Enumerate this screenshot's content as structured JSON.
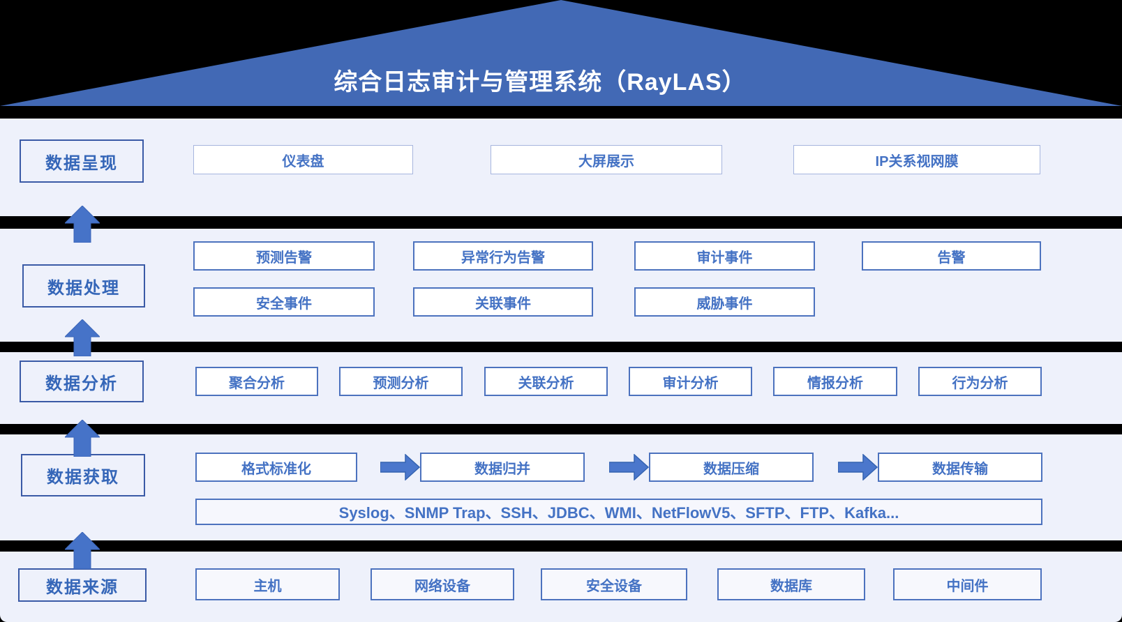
{
  "title": "综合日志审计与管理系统（RayLAS）",
  "colors": {
    "roof_blue": "#4269B5",
    "section_bg": "#EEF1FB",
    "box_border": "#4C72BE",
    "box_border_light": "#A6B5DE",
    "box_text": "#4472C4",
    "label_border": "#3A5AA6",
    "label_text": "#3566B8",
    "arrow_fill": "#4673C8",
    "gap_band": "#000000"
  },
  "presentation": {
    "label": "数据呈现",
    "items": [
      "仪表盘",
      "大屏展示",
      "IP关系视网膜"
    ]
  },
  "processing": {
    "label": "数据处理",
    "row1": [
      "预测告警",
      "异常行为告警",
      "审计事件",
      "告警"
    ],
    "row2": [
      "安全事件",
      "关联事件",
      "威胁事件"
    ]
  },
  "analysis": {
    "label": "数据分析",
    "items": [
      "聚合分析",
      "预测分析",
      "关联分析",
      "审计分析",
      "情报分析",
      "行为分析"
    ]
  },
  "acquisition": {
    "label": "数据获取",
    "flow": [
      "格式标准化",
      "数据归并",
      "数据压缩",
      "数据传输"
    ],
    "protocols": "Syslog、SNMP Trap、SSH、JDBC、WMI、NetFlowV5、SFTP、FTP、Kafka..."
  },
  "sources": {
    "label": "数据来源",
    "items": [
      "主机",
      "网络设备",
      "安全设备",
      "数据库",
      "中间件"
    ]
  }
}
